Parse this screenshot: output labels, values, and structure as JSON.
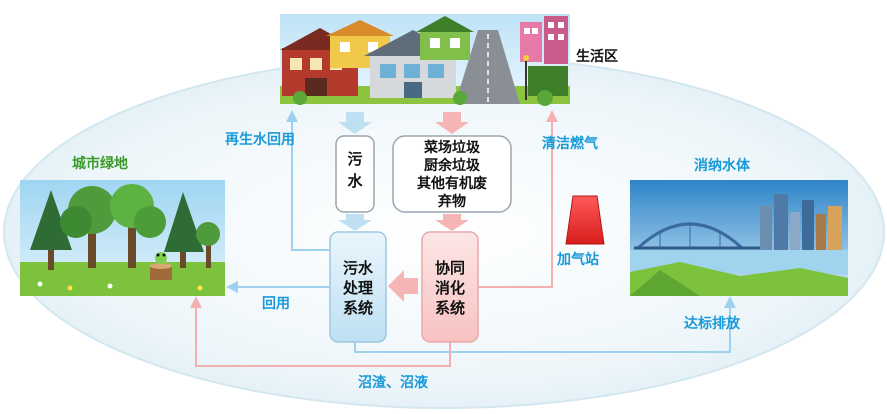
{
  "labels": {
    "living_area": "生活区",
    "city_green": "城市绿地",
    "receiving_water": "消纳水体",
    "reclaimed_reuse": "再生水回用",
    "clean_gas": "清洁燃气",
    "gas_station": "加气站",
    "reuse": "回用",
    "standard_discharge": "达标排放",
    "digestate": "沼渣、沼液"
  },
  "boxes": {
    "sewage": "污水",
    "waste": [
      "菜场垃圾",
      "厨余垃圾",
      "其他有机废",
      "弃物"
    ],
    "treatment": [
      "污水",
      "处理",
      "系统"
    ],
    "digestion": [
      "协同",
      "消化",
      "系统"
    ]
  },
  "colors": {
    "green_label": "#3a9a2a",
    "blue_label": "#1a9ad8",
    "dark_label": "#111111",
    "arrow_blue": "#bfe0f3",
    "arrow_pink": "#f6b5b5",
    "box_blue": "#d7ecf8",
    "box_pink": "#fbd3d3",
    "station_red": "#ee2a2a"
  }
}
